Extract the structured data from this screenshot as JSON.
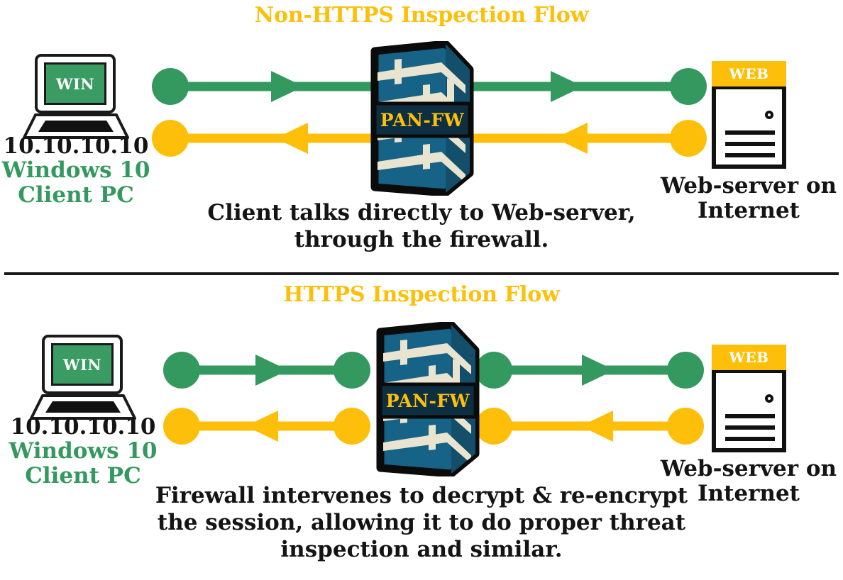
{
  "colors": {
    "accent_gold": "#FDC00A",
    "flow_request_green": "#34995F",
    "flow_response_gold": "#FDBF0A",
    "firewall_brick": "#176287",
    "firewall_mortar": "#E8E4D0",
    "firewall_band": "#0E2F42",
    "outline_black": "#111111",
    "text_black": "#141414",
    "screen_green": "#3A9B63"
  },
  "top_section": {
    "title": "Non-HTTPS Inspection Flow",
    "client": {
      "screen_label": "WIN",
      "ip": "10.10.10.10",
      "name_line1": "Windows 10",
      "name_line2": "Client PC"
    },
    "firewall": {
      "label": "PAN-FW"
    },
    "server": {
      "badge": "WEB",
      "caption_line1": "Web-server on",
      "caption_line2": "Internet"
    },
    "caption_line1": "Client talks directly to Web-server,",
    "caption_line2": "through the firewall.",
    "flows": [
      {
        "name": "request",
        "direction": "client-to-server",
        "color": "#34995F",
        "segments": 1
      },
      {
        "name": "response",
        "direction": "server-to-client",
        "color": "#FDBF0A",
        "segments": 1
      }
    ]
  },
  "bottom_section": {
    "title": "HTTPS Inspection Flow",
    "client": {
      "screen_label": "WIN",
      "ip": "10.10.10.10",
      "name_line1": "Windows 10",
      "name_line2": "Client PC"
    },
    "firewall": {
      "label": "PAN-FW"
    },
    "server": {
      "badge": "WEB",
      "caption_line1": "Web-server on",
      "caption_line2": "Internet"
    },
    "caption_line1": "Firewall intervenes to decrypt & re-encrypt",
    "caption_line2": "the session, allowing it to do proper threat",
    "caption_line3": "inspection and similar.",
    "flows": [
      {
        "name": "request",
        "direction": "client-to-server",
        "color": "#34995F",
        "segments": 2
      },
      {
        "name": "response",
        "direction": "server-to-client",
        "color": "#FDBF0A",
        "segments": 2
      }
    ]
  }
}
